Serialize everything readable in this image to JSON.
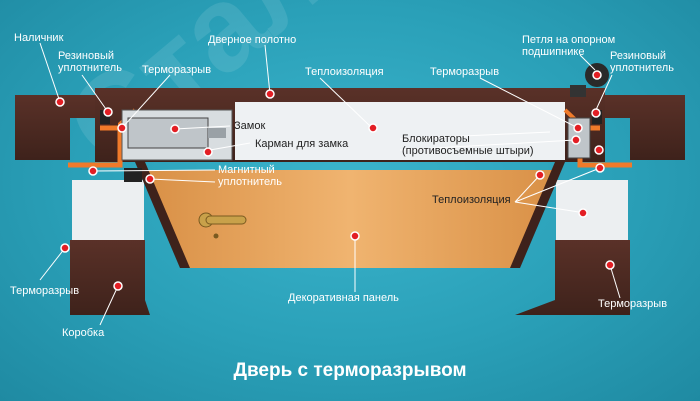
{
  "title": "Дверь с терморазрывом",
  "watermark": "СтальКом",
  "labels": {
    "nalichnik": "Наличник",
    "rubber_left": [
      "Резиновый",
      "уплотнитель"
    ],
    "door_leaf": "Дверное полотно",
    "thermo_break_top_left": "Терморазрыв",
    "insulation_top": "Теплоизоляция",
    "hinge": [
      "Петля на опорном",
      "подшипнике"
    ],
    "rubber_right": [
      "Резиновый",
      "уплотнитель"
    ],
    "thermo_break_top_right": "Терморазрыв",
    "lock": "Замок",
    "lock_pocket": "Карман для замка",
    "blockers": [
      "Блокираторы",
      "(противосъемные штыри)"
    ],
    "magnetic_seal": [
      "Магнитный",
      "уплотнитель"
    ],
    "insulation_right": "Теплоизоляция",
    "thermo_break_bottom_left": "Терморазрыв",
    "decor_panel": "Декоративная панель",
    "frame": "Коробка",
    "thermo_break_bottom_right": "Терморазрыв"
  },
  "colors": {
    "background": "#2aa0b8",
    "frame_brown": "#4a2a22",
    "insulation": "#e9ecef",
    "thermo_break": "#f07a2a",
    "panel_wood": "#e8a860",
    "pointer": "#e31e24"
  }
}
